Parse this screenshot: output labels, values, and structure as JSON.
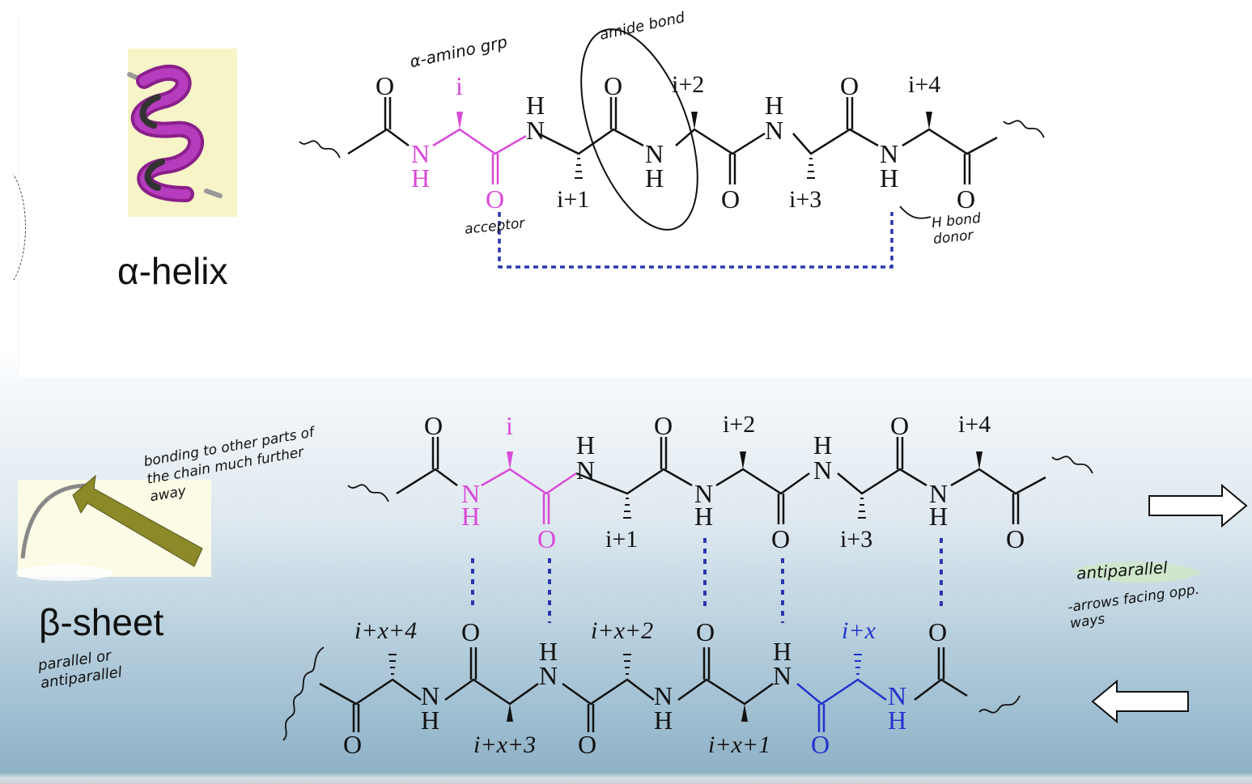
{
  "colors": {
    "magenta": "#d84ad8",
    "blue": "#2233cc",
    "black": "#111111",
    "hbond": "#2a36b0"
  },
  "helix": {
    "title": "α-helix",
    "residues": {
      "i": "i",
      "i1": "i+1",
      "i2": "i+2",
      "i3": "i+3",
      "i4": "i+4"
    },
    "atoms": {
      "O": "O",
      "N": "N",
      "H": "H"
    }
  },
  "sheet": {
    "title": "β-sheet",
    "top": {
      "i": "i",
      "i1": "i+1",
      "i2": "i+2",
      "i3": "i+3",
      "i4": "i+4"
    },
    "bottom": {
      "x4": "i+x+4",
      "x3": "i+x+3",
      "x2": "i+x+2",
      "x1": "i+x+1",
      "x": "i+x"
    }
  },
  "annotations": {
    "alpha_amino": "α-amino grp",
    "amide_bond": "amide bond",
    "acceptor": "acceptor",
    "hbond_donor": "H bond donor",
    "bonding": "bonding to other parts of the chain much further away",
    "parallel": "parallel or antiparallel",
    "antiparallel": "antiparallel",
    "arrows_facing": "-arrows facing opp. ways"
  },
  "icons": [
    "helix-image",
    "sheet-image",
    "arrow-right-icon",
    "arrow-left-icon"
  ]
}
